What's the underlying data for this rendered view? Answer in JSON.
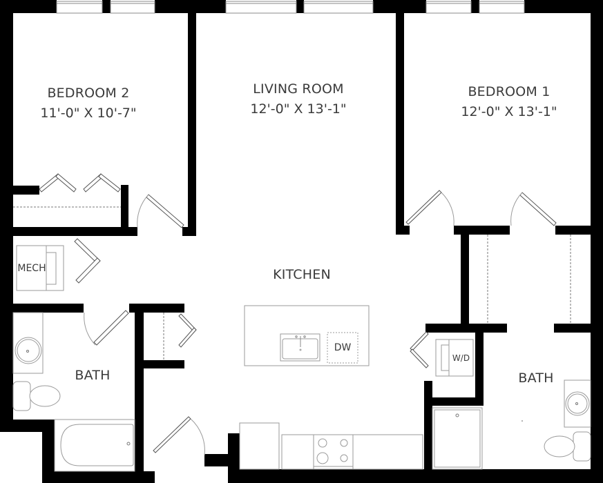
{
  "floor_plan": {
    "rooms": [
      {
        "id": "bedroom-2",
        "name": "BEDROOM 2",
        "dimensions": "11'-0\" X 10'-7\""
      },
      {
        "id": "living-room",
        "name": "LIVING ROOM",
        "dimensions": "12'-0\" X 13'-1\""
      },
      {
        "id": "bedroom-1",
        "name": "BEDROOM 1",
        "dimensions": "12'-0\" X 13'-1\""
      },
      {
        "id": "kitchen",
        "name": "KITCHEN"
      },
      {
        "id": "bath-left",
        "name": "BATH"
      },
      {
        "id": "bath-right",
        "name": "BATH"
      }
    ],
    "fixture_labels": {
      "mech": "MECH",
      "dishwasher": "DW",
      "washer_dryer": "W/D"
    },
    "colors": {
      "wall": "#000000",
      "background": "#ffffff",
      "label_text": "#3a3a3a",
      "fixture_line": "#9a9a9a"
    }
  }
}
